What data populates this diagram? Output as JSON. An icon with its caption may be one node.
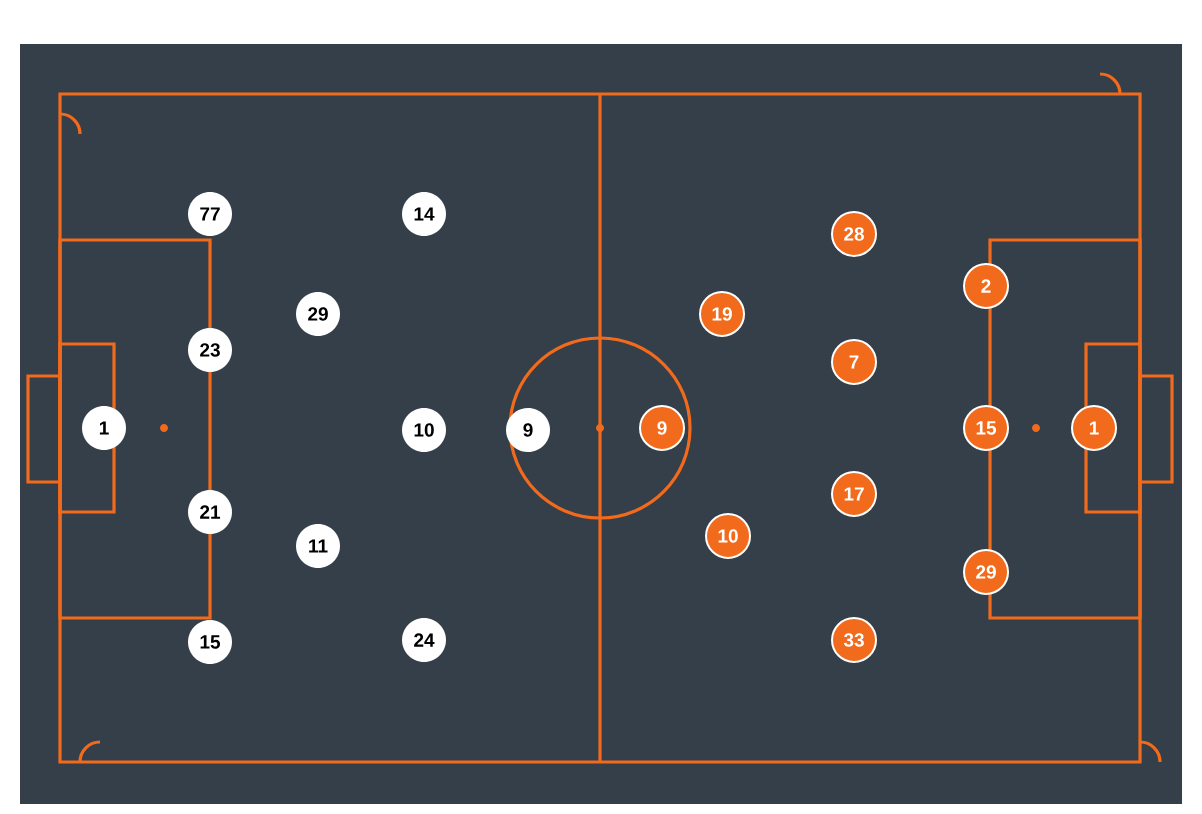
{
  "diagram": {
    "nodes": [
      {
        "text": [
          "1"
        ]
      },
      {
        "text": [
          "77"
        ]
      },
      {
        "text": [
          "23"
        ]
      },
      {
        "text": [
          "21"
        ]
      },
      {
        "text": [
          "15"
        ]
      },
      {
        "text": [
          "29"
        ]
      },
      {
        "text": [
          "11"
        ]
      },
      {
        "text": [
          "14"
        ]
      },
      {
        "text": [
          "10"
        ]
      },
      {
        "text": [
          "24"
        ]
      },
      {
        "text": [
          "9"
        ]
      },
      {
        "text": [
          "9"
        ]
      },
      {
        "text": [
          "19"
        ]
      },
      {
        "text": [
          "10"
        ]
      },
      {
        "text": [
          "28"
        ]
      },
      {
        "text": [
          "7"
        ]
      },
      {
        "text": [
          "17"
        ]
      },
      {
        "text": [
          "33"
        ]
      },
      {
        "text": [
          "2"
        ]
      },
      {
        "text": [
          "15"
        ]
      },
      {
        "text": [
          "29"
        ]
      },
      {
        "text": [
          "1"
        ]
      }
    ]
  }
}
